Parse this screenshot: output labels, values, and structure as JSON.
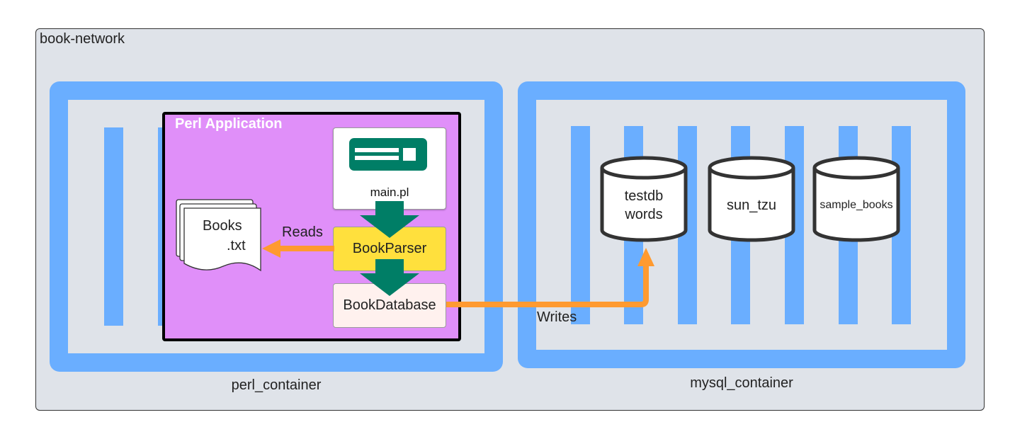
{
  "network": {
    "label": "book-network"
  },
  "perl_container": {
    "label": "perl_container",
    "application": {
      "title": "Perl Application",
      "main_file": "main.pl",
      "parser": "BookParser",
      "database": "BookDatabase",
      "books_file": {
        "line1": "Books",
        "line2": ".txt"
      }
    }
  },
  "mysql_container": {
    "label": "mysql_container",
    "databases": [
      {
        "line1": "testdb",
        "line2": "words"
      },
      {
        "line1": "sun_tzu"
      },
      {
        "line1": "sample_books"
      }
    ]
  },
  "edges": {
    "reads": "Reads",
    "writes": "Writes"
  },
  "colors": {
    "container_border": "#6aaeff",
    "network_bg": "#dfe3e9",
    "app_bg": "#e08ff9",
    "parser_bg": "#ffe03d",
    "database_bg": "#fff1ee",
    "flow_arrow": "#007e66",
    "data_arrow": "#ff9a30"
  },
  "icons": [
    "document-stack-icon",
    "code-window-icon",
    "cylinder-database-icon"
  ]
}
